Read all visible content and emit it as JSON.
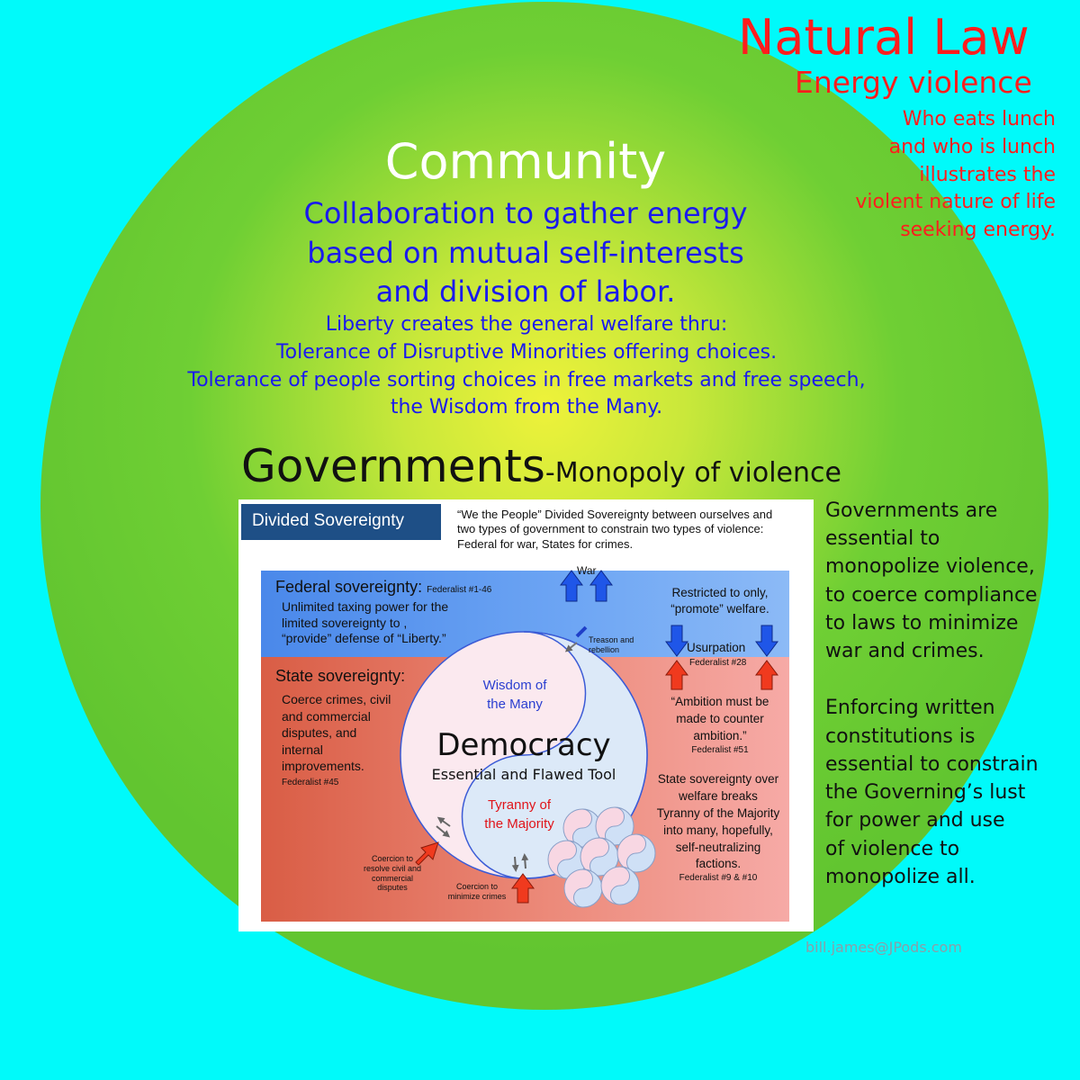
{
  "natural_law": {
    "title": "Natural Law",
    "subtitle": "Energy violence",
    "lines": [
      "Who eats lunch",
      "and who is lunch",
      "illustrates the",
      "violent nature of life",
      "seeking energy."
    ]
  },
  "community": {
    "title": "Community",
    "lines": [
      "Collaboration to gather energy",
      "based on mutual self-interests",
      "and division of labor."
    ],
    "liberty_lines": [
      "Liberty creates the general welfare thru:",
      "Tolerance of Disruptive Minorities offering choices.",
      "Tolerance of people sorting choices in free markets and free speech,",
      "the Wisdom from the Many."
    ]
  },
  "governments": {
    "title": "Governments",
    "subtitle": "-Monopoly of violence",
    "side_paragraph_1": [
      "Governments are",
      "essential to",
      "monopolize violence,",
      "to coerce compliance",
      "to laws to minimize",
      "war and crimes."
    ],
    "side_paragraph_2": [
      "Enforcing written",
      "constitutions is",
      "essential to constrain",
      "the Governing’s lust",
      "for power and use",
      "of violence to",
      "monopolize all."
    ]
  },
  "diagram": {
    "header": "Divided Sovereignty",
    "description": "“We the People” Divided Sovereignty between ourselves and two types of government to constrain two types of violence: Federal for war, States for crimes.",
    "federal_title": "Federal sovereignty:",
    "federal_ref": "Federalist #1-46",
    "federal_body": [
      "Unlimited taxing power for the",
      "limited sovereignty to ,",
      "“provide” defense of “Liberty.”"
    ],
    "war": "War",
    "treason_1": "Treason and",
    "treason_2": "rebellion",
    "restricted_1": "Restricted to only,",
    "restricted_2": "“promote” welfare.",
    "usurpation": "Usurpation",
    "usurpation_ref": "Federalist #28",
    "state_title": "State sovereignty:",
    "state_body": [
      "Coerce crimes, civil",
      "and commercial",
      "disputes, and",
      "internal",
      "improvements."
    ],
    "state_ref": "Federalist #45",
    "wisdom_1": "Wisdom of",
    "wisdom_2": "the Many",
    "democracy": "Democracy",
    "democracy_sub": "Essential and Flawed Tool",
    "tyranny_1": "Tyranny of",
    "tyranny_2": "the Majority",
    "ambition": [
      "“Ambition must be",
      "made to counter",
      "ambition.”"
    ],
    "ambition_ref": "Federalist #51",
    "state_welfare": [
      "State sovereignty over",
      "welfare breaks",
      "Tyranny of the Majority",
      "into many, hopefully,",
      "self-neutralizing",
      "factions."
    ],
    "state_welfare_ref": "Federalist #9 & #10",
    "coercion_disputes": [
      "Coercion to",
      "resolve civil and",
      "commercial",
      "disputes"
    ],
    "coercion_crimes": [
      "Coercion to",
      "minimize crimes"
    ]
  },
  "footer": {
    "email": "bill.james@JPods.com"
  },
  "colors": {
    "red_text": "#ff1d1d",
    "blue_text": "#1a1aee",
    "background": "#00fafa",
    "circle_green": "#62c530",
    "ring_yellow": "#f1f21f",
    "header_blue": "#1e4f86"
  }
}
